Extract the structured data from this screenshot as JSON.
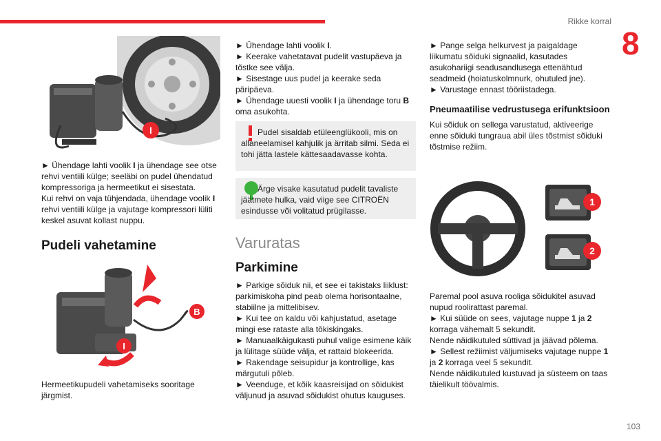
{
  "header": {
    "title": "Rikke korral",
    "chapter": "8",
    "page": "103"
  },
  "left": {
    "callout1": "I",
    "para1": [
      "► Ühendage lahti voolik ",
      "I",
      " ja ühendage see otse rehvi ventiili külge; seeläbi on pudel ühendatud kompressoriga ja hermeetikut ei sisestata."
    ],
    "para2": [
      "Kui rehvi on vaja tühjendada, ühendage voolik ",
      "I",
      " rehvi ventiili külge ja vajutage kompressori lüliti keskel asuvat kollast nuppu."
    ],
    "heading": "Pudeli vahetamine",
    "callout_b": "B",
    "callout_i": "I",
    "para3": "Hermeetikupudeli vahetamiseks sooritage järgmist."
  },
  "middle": {
    "steps": [
      [
        "► Ühendage lahti voolik ",
        "I",
        "."
      ],
      [
        "► Keerake vahetatavat pudelit vastupäeva ja tõstke see välja.",
        "",
        ""
      ],
      [
        "► Sisestage uus pudel ja keerake seda päripäeva.",
        "",
        ""
      ],
      [
        "► Ühendage uuesti voolik ",
        "I",
        " ja ühendage toru "
      ]
    ],
    "step4_b": "B",
    "step4_tail": " oma asukohta.",
    "warning": "Pudel sisaldab etüleenglükooli, mis on allaneelamisel kahjulik ja ärritab silmi. Seda ei tohi jätta lastele kättesaadavasse kohta.",
    "eco": "Ärge visake kasutatud pudelit tavaliste jäätmete hulka, vaid viige see CITROËN esindusse või volitatud prügilasse.",
    "section": "Varuratas",
    "heading": "Parkimine",
    "parking": [
      "► Parkige sõiduk nii, et see ei takistaks liiklust: parkimiskoha pind peab olema horisontaalne, stabiilne ja mittelibisev.",
      "► Kui tee on kaldu või kahjustatud, asetage mingi ese rataste alla tõkiskingaks.",
      "► Manuaalkäigukasti puhul valige esimene käik ja lülitage süüde välja, et rattaid blokeerida.",
      "► Rakendage seisupidur ja kontrollige, kas märgutuli põleb.",
      "► Veenduge, et kõik kaasreisijad on sõidukist väljunud ja asuvad sõidukist ohutus kauguses."
    ]
  },
  "right": {
    "intro": "► Pange selga helkurvest ja paigaldage liikumatu sõiduki signaalid, kasutades asukohariigi seadusandlusega ettenähtud seadmeid (hoiatuskolmnurk, ohutuled jne).",
    "tools": "► Varustage ennast tööriistadega.",
    "heading": "Pneumaatilise vedrustusega erifunktsioon",
    "desc": "Kui sõiduk on sellega varustatud, aktiveerige enne sõiduki tungraua abil üles tõstmist sõiduki tõstmise režiim.",
    "callout1": "1",
    "callout2": "2",
    "p1": "Paremal pool asuva rooliga sõidukitel asuvad nupud roolirattast paremal.",
    "p2a": "► Kui süüde on sees, vajutage nuppe ",
    "p2b": "1",
    "p2c": " ja ",
    "p2d": "2",
    "p2e": " korraga vähemalt 5 sekundit.",
    "p3": "Nende näidikutuled süttivad ja jäävad põlema.",
    "p4a": "► Sellest režiimist väljumiseks vajutage nuppe ",
    "p4b": "1",
    "p4c": " ja ",
    "p4d": "2",
    "p4e": " korraga veel 5 sekundit.",
    "p5": "Nende näidikutuled kustuvad ja süsteem on taas täielikult töövalmis."
  },
  "colors": {
    "accent": "#e8262c",
    "note_bg": "#eeeeee",
    "eco": "#3db33d"
  }
}
